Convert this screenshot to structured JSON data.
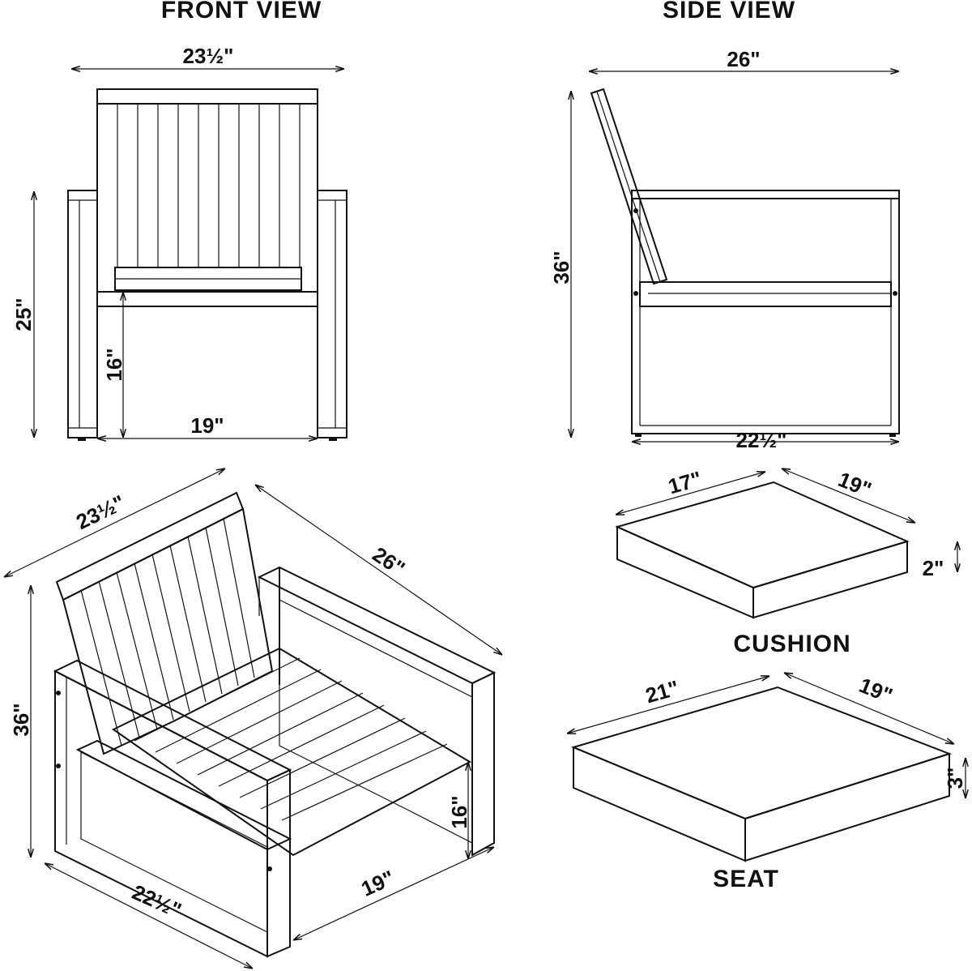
{
  "front_view": {
    "title": "FRONT VIEW",
    "width_label": "23½\"",
    "height_label": "25\"",
    "seat_height_label": "16\"",
    "inner_width_label": "19\""
  },
  "side_view": {
    "title": "SIDE VIEW",
    "depth_label": "26\"",
    "height_label": "36\"",
    "base_depth_label": "22½\""
  },
  "iso_chair": {
    "width_label": "23½\"",
    "depth_label": "26\"",
    "height_label": "36\"",
    "seat_height_label": "16\"",
    "inner_width_label": "19\"",
    "base_depth_label": "22½\""
  },
  "cushion": {
    "title": "CUSHION",
    "length_label": "17\"",
    "width_label": "19\"",
    "thickness_label": "2\""
  },
  "seat": {
    "title": "SEAT",
    "length_label": "21\"",
    "width_label": "19\"",
    "thickness_label": "3\""
  }
}
